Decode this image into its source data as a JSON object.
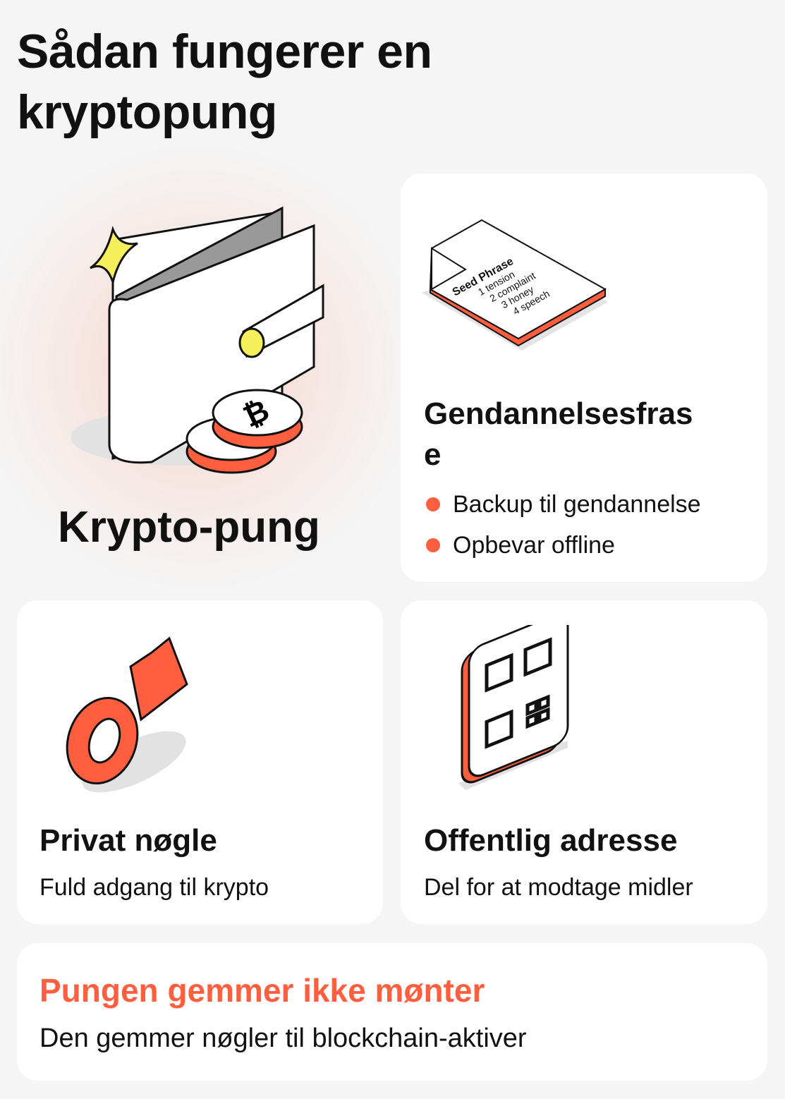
{
  "title": "Sådan fungerer en kryptopung",
  "accent_color": "#ff5f3f",
  "wallet": {
    "label": "Krypto-pung",
    "icon": "wallet-with-bitcoin-coins"
  },
  "seed_card": {
    "title": "Gendannelsesfrase",
    "paper_title": "Seed Phrase",
    "words": [
      "1 tension",
      "2 complaint",
      "3 honey",
      "4 speech"
    ],
    "bullets": [
      "Backup til gendannelse",
      "Opbevar offline"
    ]
  },
  "private_key_card": {
    "title": "Privat nøgle",
    "subtitle": "Fuld adgang til krypto"
  },
  "public_address_card": {
    "title": "Offentlig adresse",
    "subtitle": "Del for at modtage midler"
  },
  "banner": {
    "title": "Pungen gemmer ikke mønter",
    "subtitle": "Den gemmer nøgler til blockchain-aktiver"
  }
}
